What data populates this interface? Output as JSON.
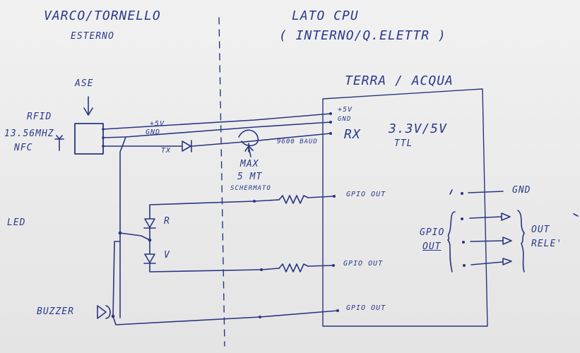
{
  "left_side": {
    "title": "VARCO/TORNELLO",
    "subtitle": "ESTERNO"
  },
  "right_side": {
    "title": "LATO CPU",
    "subtitle": "( INTERNO/Q.ELETTR )"
  },
  "cpu_board": {
    "title": "TERRA / ACQUA",
    "voltage": "3.3V/5V",
    "logic": "TTL"
  },
  "reader": {
    "label_top": "ASE",
    "label_rfid": "RFID",
    "label_freq": "13.56MHZ",
    "label_nfc": "NFC",
    "pin_5v": "+5V",
    "pin_gnd": "GND",
    "pin_tx": "TX"
  },
  "cpu_pins": {
    "pin_5v": "+5V",
    "pin_gnd": "GND",
    "pin_rx": "RX",
    "baud": "9600 BAUD"
  },
  "cable": {
    "max": "MAX",
    "length": "5 MT",
    "shield": "SCHERMATO"
  },
  "led": {
    "label": "LED",
    "red": "R",
    "green": "V"
  },
  "gpio": {
    "out1": "GPIO OUT",
    "out2": "GPIO OUT",
    "out3": "GPIO OUT"
  },
  "buzzer": {
    "label": "BUZZER"
  },
  "relay": {
    "gnd": "GND",
    "gpio_top": "GPIO",
    "gpio_bottom": "OUT",
    "out_label": "OUT",
    "rele_label": "RELE'"
  }
}
